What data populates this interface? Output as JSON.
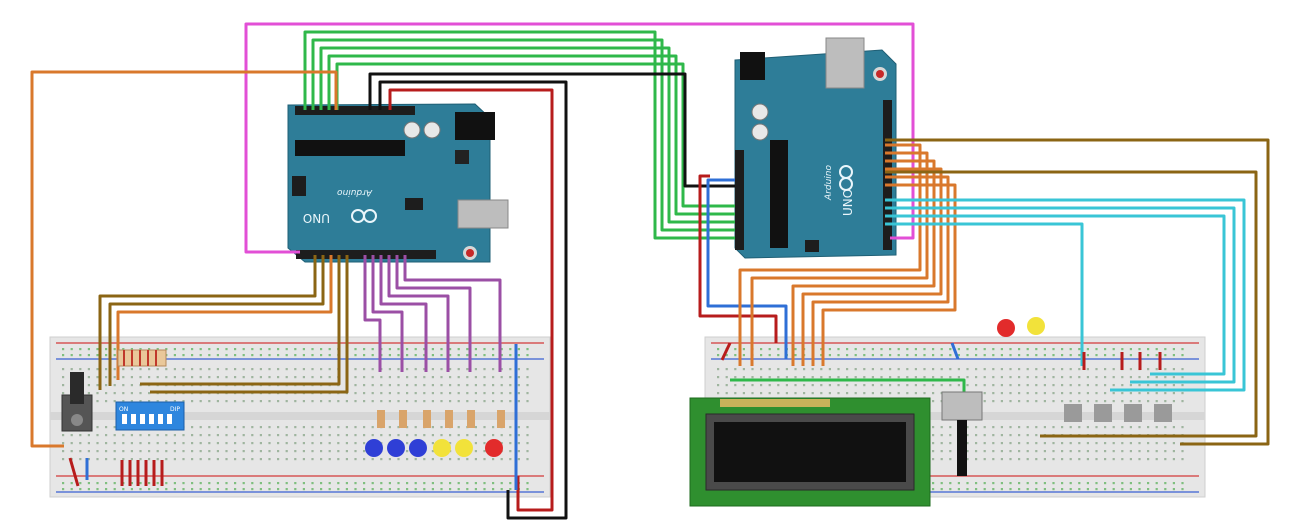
{
  "diagram": {
    "boards": {
      "left": {
        "logo": "UNO",
        "brand": "Arduino"
      },
      "right": {
        "logo": "UNO",
        "brand": "Arduino"
      }
    },
    "dip_switch": {
      "on_label": "ON",
      "dip_label": "DIP"
    },
    "colors": {
      "board": "#2e7d98",
      "breadboard": "#e6e6e6",
      "wire_orange": "#d9782c",
      "wire_brown": "#8b6514",
      "wire_green": "#2fb84a",
      "wire_purple": "#9b4fa5",
      "wire_pink": "#e24fd6",
      "wire_cyan": "#39c5d6",
      "wire_red": "#b71c1c",
      "wire_black": "#111111",
      "wire_blue": "#2f6fd6",
      "lcd_pcb": "#2f8f2f"
    }
  }
}
